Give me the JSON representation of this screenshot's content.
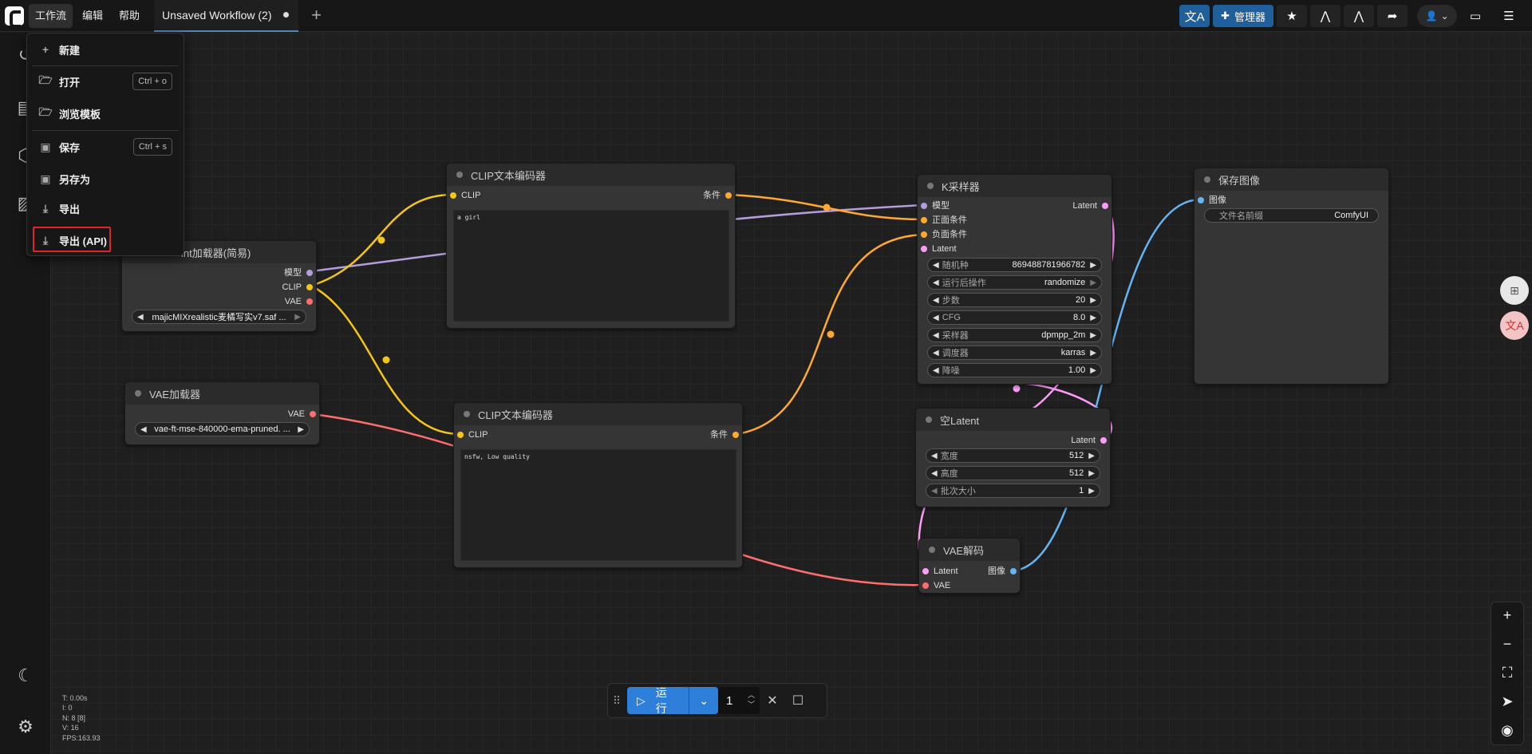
{
  "topbar": {
    "menus": [
      "工作流",
      "编辑",
      "帮助"
    ],
    "tab_title": "Unsaved Workflow (2)",
    "manager_label": "管理器"
  },
  "dropdown": {
    "new": "新建",
    "open": "打开",
    "open_shortcut": "Ctrl + o",
    "browse_templates": "浏览模板",
    "save": "保存",
    "save_shortcut": "Ctrl + s",
    "save_as": "另存为",
    "export": "导出",
    "export_api": "导出 (API)"
  },
  "nodes": {
    "checkpoint": {
      "title_partial": "int加载器(简易)",
      "outputs": [
        "模型",
        "CLIP",
        "VAE"
      ],
      "ckpt_value": "majicMIXrealistic麦橘写实v7.saf ..."
    },
    "vae_loader": {
      "title": "VAE加载器",
      "output": "VAE",
      "vae_value": "vae-ft-mse-840000-ema-pruned. ..."
    },
    "clip_pos": {
      "title": "CLIP文本编码器",
      "input": "CLIP",
      "output": "条件",
      "text": "a girl"
    },
    "clip_neg": {
      "title": "CLIP文本编码器",
      "input": "CLIP",
      "output": "条件",
      "text": "nsfw, Low quality"
    },
    "ksampler": {
      "title": "K采样器",
      "inputs": [
        "模型",
        "正面条件",
        "负面条件",
        "Latent"
      ],
      "output": "Latent",
      "widgets": [
        {
          "label": "随机种",
          "value": "869488781966782"
        },
        {
          "label": "运行后操作",
          "value": "randomize"
        },
        {
          "label": "步数",
          "value": "20"
        },
        {
          "label": "CFG",
          "value": "8.0"
        },
        {
          "label": "采样器",
          "value": "dpmpp_2m"
        },
        {
          "label": "调度器",
          "value": "karras"
        },
        {
          "label": "降噪",
          "value": "1.00"
        }
      ]
    },
    "empty_latent": {
      "title": "空Latent",
      "output": "Latent",
      "widgets": [
        {
          "label": "宽度",
          "value": "512"
        },
        {
          "label": "高度",
          "value": "512"
        },
        {
          "label": "批次大小",
          "value": "1"
        }
      ]
    },
    "vae_decode": {
      "title": "VAE解码",
      "inputs": [
        "Latent",
        "VAE"
      ],
      "output": "图像"
    },
    "save_image": {
      "title": "保存图像",
      "input": "图像",
      "prefix_label": "文件名前缀",
      "prefix_value": "ComfyUI"
    }
  },
  "runbar": {
    "run_label": "运行",
    "count": "1"
  },
  "stats": [
    "T: 0.00s",
    "I: 0",
    "N: 8 [8]",
    "V: 16",
    "FPS:163.93"
  ],
  "colors": {
    "clip": "#f5c518",
    "model": "#b39ddb",
    "vae": "#ff6e6e",
    "conditioning": "#ffa931",
    "latent": "#ff9cf9",
    "image": "#64b5f6",
    "accent": "#2e7fd9",
    "highlight": "#e0242c"
  }
}
